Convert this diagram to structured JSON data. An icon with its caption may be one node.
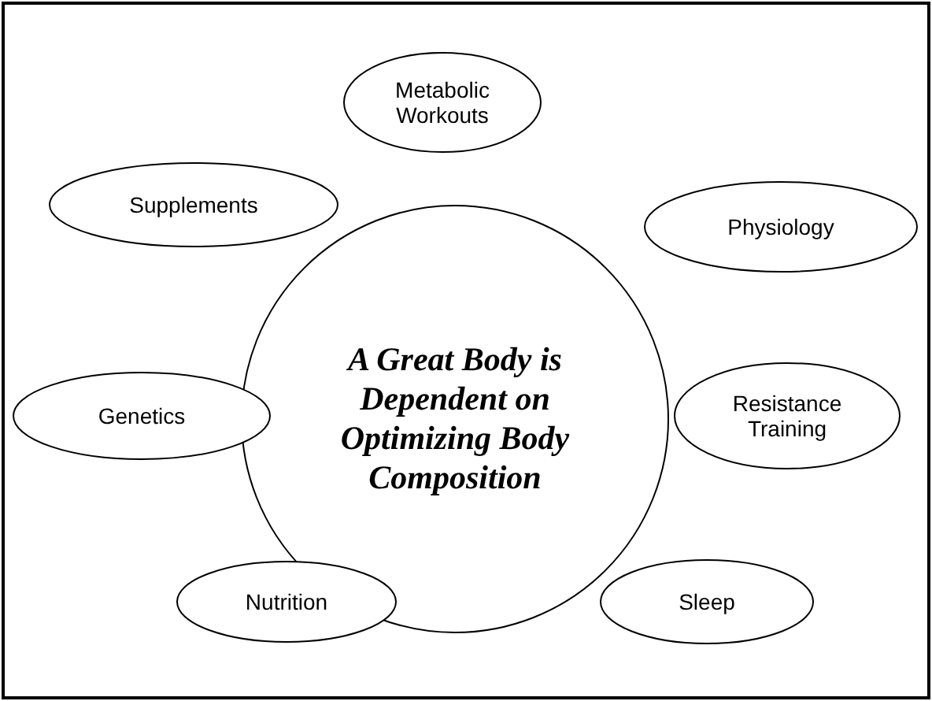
{
  "diagram": {
    "nodes": [
      {
        "text": [
          "A Great Body is Dependent on Optimizing Body Composition"
        ]
      },
      {
        "text": [
          "Metabolic Workouts"
        ]
      },
      {
        "text": [
          "Supplements"
        ]
      },
      {
        "text": [
          "Physiology"
        ]
      },
      {
        "text": [
          "Genetics"
        ]
      },
      {
        "text": [
          "Resistance Training"
        ]
      },
      {
        "text": [
          "Nutrition"
        ]
      },
      {
        "text": [
          "Sleep"
        ]
      }
    ]
  }
}
